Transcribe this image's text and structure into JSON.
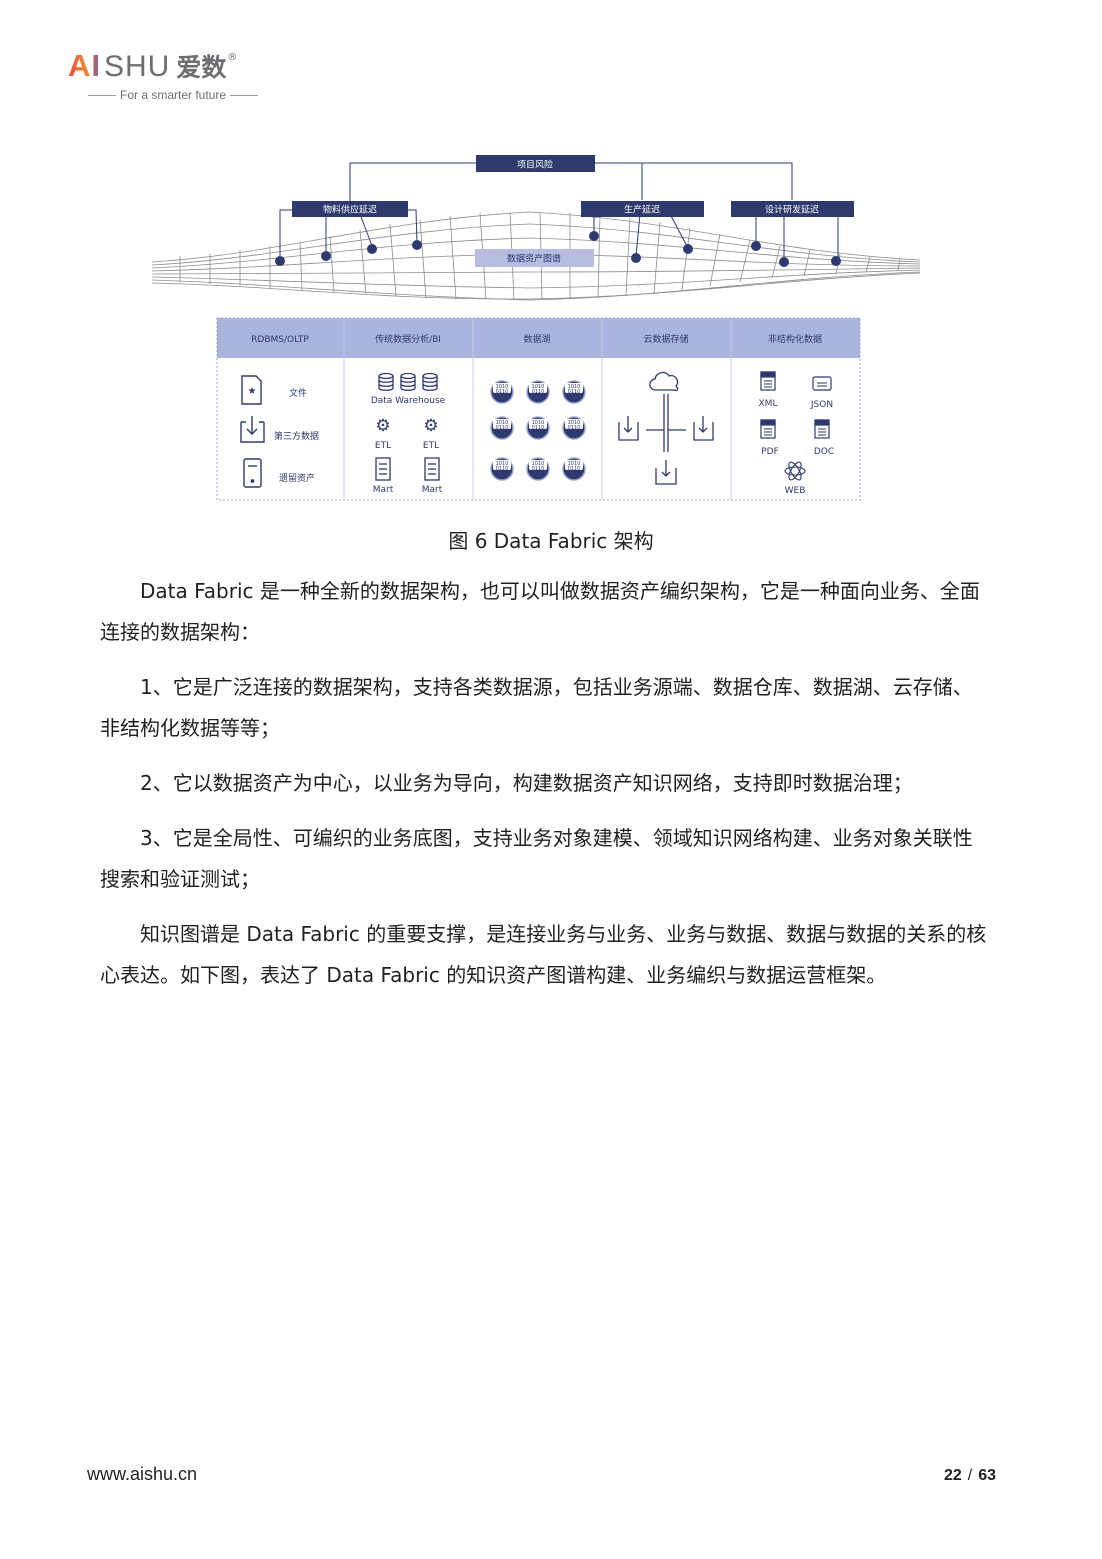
{
  "header": {
    "logo_ai": "AI",
    "logo_shu": "SHU",
    "logo_cn": "爱数",
    "logo_reg": "®",
    "tagline": "For a smarter future"
  },
  "figure": {
    "top_box": "项目风险",
    "risk_boxes": [
      "物料供应延迟",
      "生产延迟",
      "设计研发延迟"
    ],
    "fabric_label": "数据资产图谱",
    "columns": [
      "RDBMS/OLTP",
      "传统数据分析/BI",
      "数据湖",
      "云数据存储",
      "非结构化数据"
    ],
    "col1_items": [
      "文件",
      "第三方数据",
      "遗留资产"
    ],
    "col2_items": {
      "warehouse": "Data Warehouse",
      "etl": [
        "ETL",
        "ETL"
      ],
      "mart": [
        "Mart",
        "Mart"
      ]
    },
    "col3_chip": [
      "1010",
      "0110"
    ],
    "col5_items": [
      "XML",
      "JSON",
      "PDF",
      "DOC",
      "WEB"
    ],
    "colors": {
      "dark_box": "#2e3a6e",
      "header_band": "#aab4de",
      "node": "#2e3a6e",
      "mesh": "#9a9a9a"
    }
  },
  "caption": "图 6 Data Fabric 架构",
  "paragraphs": [
    "Data Fabric 是一种全新的数据架构，也可以叫做数据资产编织架构，它是一种面向业务、全面",
    "连接的数据架构：",
    "1、它是广泛连接的数据架构，支持各类数据源，包括业务源端、数据仓库、数据湖、云存储、",
    "非结构化数据等等；",
    "2、它以数据资产为中心，以业务为导向，构建数据资产知识网络，支持即时数据治理；",
    "3、它是全局性、可编织的业务底图，支持业务对象建模、领域知识网络构建、业务对象关联性",
    "搜索和验证测试；",
    "知识图谱是 Data Fabric 的重要支撑，是连接业务与业务、业务与数据、数据与数据的关系的核",
    "心表达。如下图，表达了 Data Fabric 的知识资产图谱构建、业务编织与数据运营框架。"
  ],
  "footer": {
    "url": "www.aishu.cn",
    "page": "22",
    "sep": "/",
    "total": "63"
  }
}
